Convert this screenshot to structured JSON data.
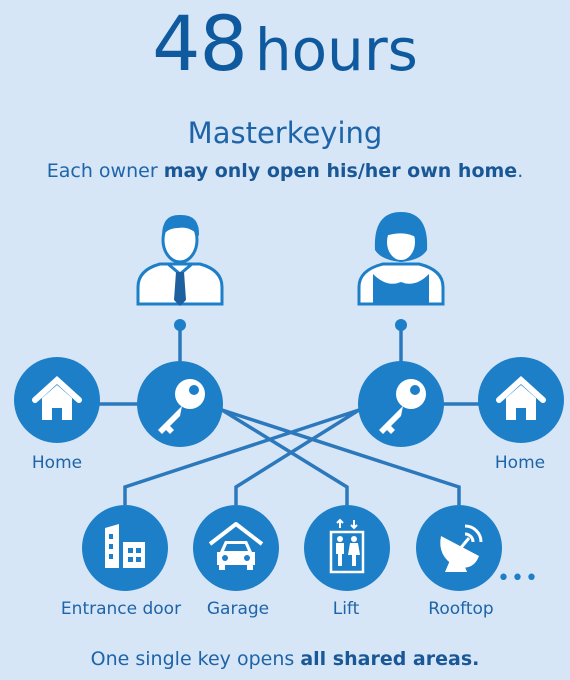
{
  "headline": {
    "number": "48",
    "unit": "hours"
  },
  "subtitle": "Masterkeying",
  "tagline": {
    "prefix": "Each owner ",
    "bold": "may only open his/her own home",
    "suffix": "."
  },
  "nodes": {
    "home_left": "Home",
    "home_right": "Home",
    "entrance": "Entrance door",
    "garage": "Garage",
    "lift": "Lift",
    "rooftop": "Rooftop",
    "more": "•••"
  },
  "footer": {
    "prefix": "One single key opens ",
    "bold": "all shared areas."
  },
  "colors": {
    "background": "#d6e6f6",
    "accent": "#1e7fc9",
    "text": "#1e64a8",
    "line": "#2c78bd"
  }
}
